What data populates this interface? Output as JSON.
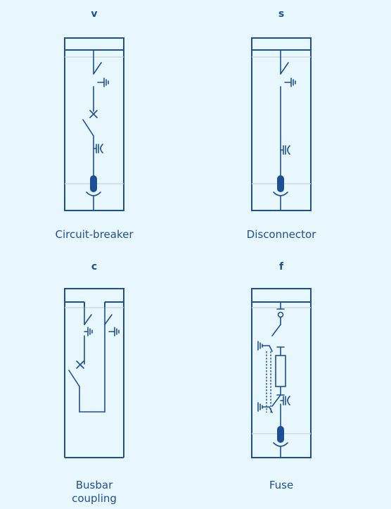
{
  "panels": [
    {
      "letter": "v",
      "caption": "Circuit-breaker"
    },
    {
      "letter": "s",
      "caption": "Disconnector"
    },
    {
      "letter": "c",
      "caption": "Busbar\ncoupling"
    },
    {
      "letter": "f",
      "caption": "Fuse"
    }
  ],
  "colors": {
    "background": "#e8f7fd",
    "line": "#1c4f94",
    "separator": "#c9d4dc"
  }
}
